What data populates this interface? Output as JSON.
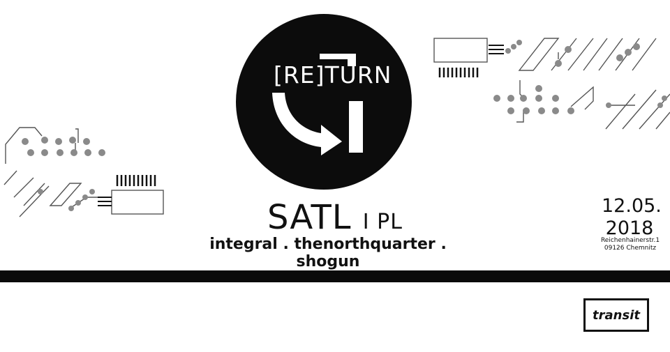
{
  "logo": {
    "text": "[RE]TURN",
    "icon": "return-arrow-icon"
  },
  "headliner": {
    "name": "SATL",
    "origin": "I PL"
  },
  "support_acts": "integral . thenorthquarter . shogun",
  "event": {
    "date_line1": "12.05.",
    "date_line2": "2018",
    "address_line1": "Reichenhainerstr.1",
    "address_line2": "09126 Chemnitz"
  },
  "venue": {
    "label": "transit"
  },
  "colors": {
    "background": "#ffffff",
    "ink": "#0c0c0c",
    "dots": "#8a8a8a"
  }
}
